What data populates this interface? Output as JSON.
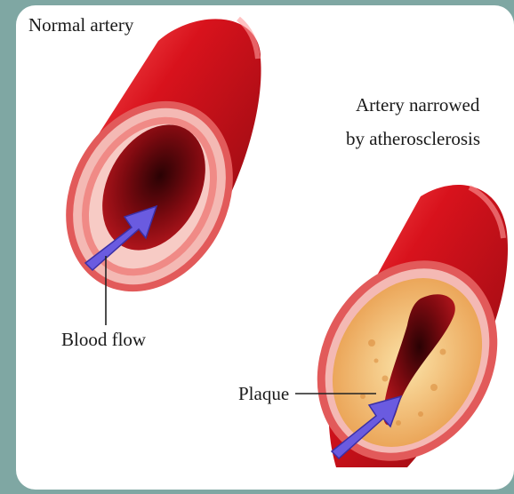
{
  "labels": {
    "normal_artery": "Normal artery",
    "narrowed_line1": "Artery narrowed",
    "narrowed_line2": "by atherosclerosis",
    "blood_flow": "Blood flow",
    "plaque": "Plaque"
  },
  "colors": {
    "background_frame": "#7fa7a3",
    "panel": "#ffffff",
    "artery_red": "#c8141c",
    "artery_dark": "#7a0a10",
    "artery_highlight": "#ff6a6a",
    "wall_pink": "#f4b9b4",
    "plaque_yellow": "#f2c66c",
    "arrow_blue": "#6a5be0"
  }
}
